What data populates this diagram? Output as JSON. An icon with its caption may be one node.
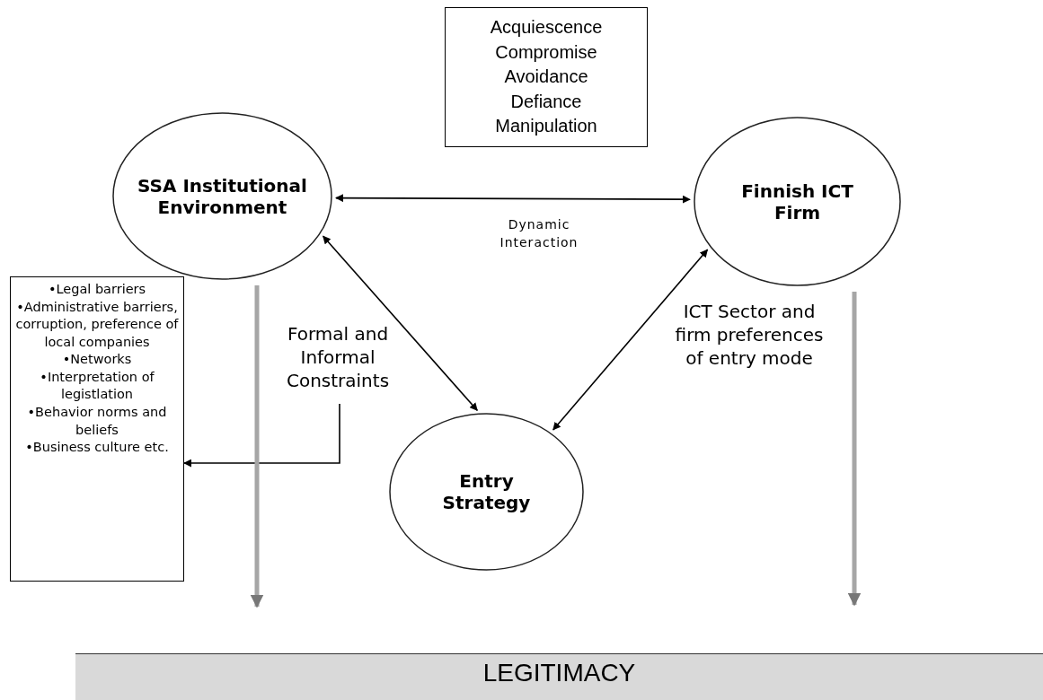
{
  "diagram": {
    "nodes": [
      {
        "text": [
          "Acquiescence",
          "Compromise",
          "Avoidance",
          "Defiance",
          "Manipulation"
        ]
      },
      {
        "text": [
          "SSA Institutional Environment"
        ]
      },
      {
        "text": [
          "Finnish ICT Firm"
        ]
      },
      {
        "text": [
          "Entry Strategy"
        ]
      },
      {
        "text": [
          "•Legal barriers",
          "•Administrative barriers, corruption, preference of local companies",
          "•Networks",
          "•Interpretation of legistlation",
          "•Behavior norms and beliefs",
          "•Business culture etc."
        ]
      },
      {
        "text": [
          "Formal and Informal Constraints"
        ]
      },
      {
        "text": [
          "LEGITIMACY"
        ]
      }
    ],
    "edges": [
      {
        "from": 1,
        "to": 2,
        "arrow": "both",
        "label": "Dynamic Interaction"
      },
      {
        "from": 1,
        "to": 3,
        "arrow": "both"
      },
      {
        "from": 2,
        "to": 3,
        "arrow": "both"
      },
      {
        "from": 5,
        "to": 4,
        "arrow": "to"
      },
      {
        "from": 1,
        "to": null,
        "arrow": "to",
        "style": "thick",
        "color": "#a6a6a6"
      },
      {
        "from": 2,
        "to": null,
        "arrow": "to",
        "style": "thick",
        "color": "#a6a6a6"
      }
    ],
    "labels": [
      "ICT Sector and firm preferences of entry mode"
    ]
  }
}
